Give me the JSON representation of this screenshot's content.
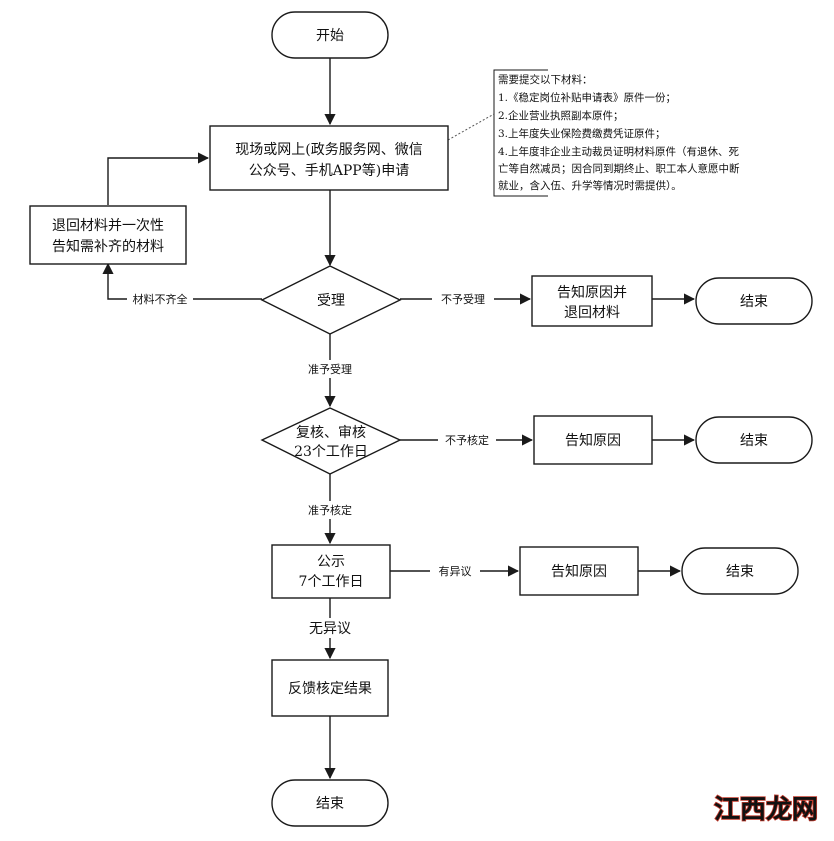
{
  "flow": {
    "start": "开始",
    "apply_line1": "现场或网上(政务服务网、微信",
    "apply_line2": "公众号、手机APP等)申请",
    "return_line1": "退回材料并一次性",
    "return_line2": "告知需补齐的材料",
    "accept": "受理",
    "label_incomplete": "材料不齐全",
    "label_not_accept": "不予受理",
    "reject1_line1": "告知原因并",
    "reject1_line2": "退回材料",
    "end1": "结束",
    "label_accept": "准予受理",
    "review_line1": "复核、审核",
    "review_line2": "23个工作日",
    "label_not_approve": "不予核定",
    "reject2": "告知原因",
    "end2": "结束",
    "label_approve": "准予核定",
    "publicize_line1": "公示",
    "publicize_line2": "7个工作日",
    "label_objection": "有异议",
    "reject3": "告知原因",
    "end3": "结束",
    "label_no_objection": "无异议",
    "feedback": "反馈核定结果",
    "end_final": "结束"
  },
  "materials_note": {
    "title": "需要提交以下材料：",
    "lines": [
      "1.《稳定岗位补贴申请表》原件一份；",
      "2.企业营业执照副本原件；",
      "3.上年度失业保险费缴费凭证原件；",
      "4.上年度非企业主动裁员证明材料原件（有退休、死",
      "亡等自然减员；因合同到期终止、职工本人意愿中断",
      "就业，含入伍、升学等情况时需提供）。"
    ]
  },
  "watermark": "江西龙网",
  "colors": {
    "stroke": "#1a1a1a",
    "watermark_fill": "#ffffff",
    "watermark_stroke": "#c0392b"
  }
}
